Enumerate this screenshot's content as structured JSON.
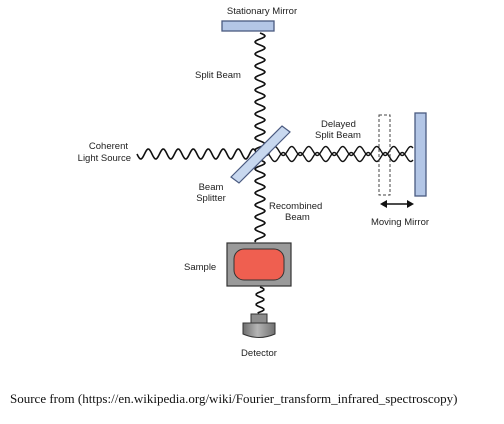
{
  "diagram": {
    "labels": {
      "stationary_mirror": "Stationary Mirror",
      "split_beam": "Split Beam",
      "delayed_split_beam_line1": "Delayed",
      "delayed_split_beam_line2": "Split Beam",
      "coherent_line1": "Coherent",
      "coherent_line2": "Light Source",
      "beam_splitter_line1": "Beam",
      "beam_splitter_line2": "Splitter",
      "recombined_line1": "Recombined",
      "recombined_line2": "Beam",
      "moving_mirror": "Moving Mirror",
      "sample": "Sample",
      "detector": "Detector"
    },
    "colors": {
      "mirror_fill": "#b3c6e6",
      "mirror_stroke": "#4a5a80",
      "splitter_fill": "#c8d8ef",
      "wave": "#111111",
      "sample_frame": "#9a9a9a",
      "sample_content": "#ef5f50",
      "detector": "#8d8d8d"
    },
    "icons": {
      "arrow": "double-headed-arrow-icon"
    }
  },
  "caption": "Source from (https://en.wikipedia.org/wiki/Fourier_transform_infrared_spectroscopy)"
}
